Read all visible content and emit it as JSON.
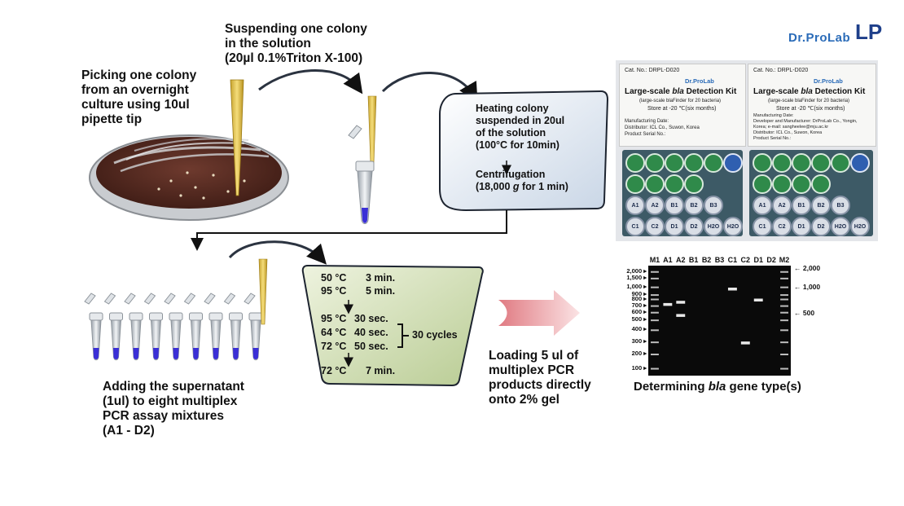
{
  "logo": {
    "text": "Dr.ProLab",
    "mark": "LP"
  },
  "step_labels": {
    "picking": "Picking one colony\nfrom an overnight\nculture using 10ul\npipette tip",
    "suspending": "Suspending one colony\nin the solution\n(20µl 0.1%Triton X-100)",
    "adding": "Adding the supernatant\n(1ul) to eight multiplex\nPCR assay mixtures\n(A1 - D2)",
    "loading": "Loading 5 ul of\nmultiplex PCR\nproducts directly\nonto 2% gel"
  },
  "heating_box": {
    "line1": "Heating colony",
    "line2": "suspended in 20ul",
    "line3": "of the solution",
    "line4": "(100°C for 10min)",
    "centri_label": "Centrifugation",
    "centri_prefix": "(18,000 ",
    "centri_g": "g",
    "centri_suffix": " for 1 min)"
  },
  "pcr_program": {
    "s1_temp": "50 °C",
    "s1_time": "3 min.",
    "s2_temp": "95 °C",
    "s2_time": "5 min.",
    "c1_temp": "95 °C",
    "c1_time": "30 sec.",
    "c2_temp": "64 °C",
    "c2_time": "40 sec.",
    "c3_temp": "72 °C",
    "c3_time": "50 sec.",
    "cycles": "30 cycles",
    "f_temp": "72 °C",
    "f_time": "7 min."
  },
  "gel": {
    "caption_pre": "Determining ",
    "caption_italic": "bla",
    "caption_post": " gene type(s)",
    "lane_labels": [
      "M1",
      "A1",
      "A2",
      "B1",
      "B2",
      "B3",
      "C1",
      "C2",
      "D1",
      "D2",
      "M2"
    ],
    "left_ladder": [
      "2,000",
      "1,500",
      "1,000",
      "900",
      "800",
      "700",
      "600",
      "500",
      "400",
      "300",
      "200",
      "100"
    ],
    "right_markers": [
      "← 2,000",
      "← 1,000",
      "← 500"
    ]
  },
  "kits": [
    {
      "cat": "Cat. No.: DRPL-D020",
      "brand": "Dr.ProLab",
      "title_pre": "Large-scale ",
      "title_it": "bla",
      "title_post": " Detection Kit",
      "sub": "(large-scale blaFinder for 20 bacteria)",
      "store": "Store at -20 ℃(six months)",
      "info": [
        "Manufacturing Date:",
        "Distributor: ICL Co., Suwon, Korea",
        "Product Serial No.:"
      ]
    },
    {
      "cat": "Cat. No.: DRPL-D020",
      "brand": "Dr.ProLab",
      "title_pre": "Large-scale ",
      "title_it": "bla",
      "title_post": " Detection Kit",
      "sub": "(large-scale blaFinder for 20 bacteria)",
      "store": "Store at -20 ℃(six months)",
      "info": [
        "Manufacturing Date:",
        "Developer and Manufacturer: DrProLab Co., Yongin,",
        "Korea; e-mail: sangheelee@mju.ac.kr",
        "Distributor: ICL Co., Suwon, Korea",
        "Product Serial No.:"
      ]
    }
  ],
  "tube_caps": [
    "A1",
    "A2",
    "B1",
    "B2",
    "B3",
    "C1",
    "C2",
    "D1",
    "D2",
    "H2O",
    "H2O"
  ],
  "colors": {
    "gel_bg": "#0a0a0a",
    "band": "#e8e8e8",
    "pcr_box": "#dfe8c8",
    "heat_box": "#e9eef4",
    "tube_blue": "#3a2fd6",
    "arrow_pink": "#f2b2b6"
  }
}
